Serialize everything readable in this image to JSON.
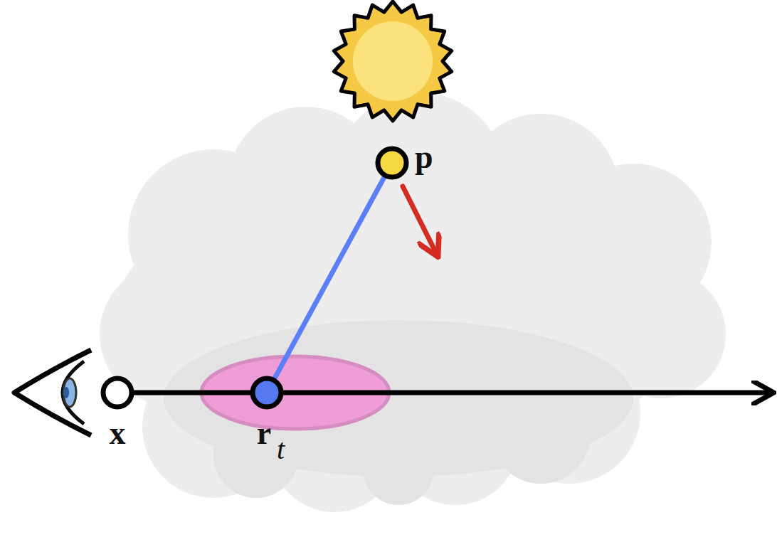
{
  "diagram": {
    "nodes": [
      {
        "text": [
          "x"
        ]
      },
      {
        "text": [
          "r",
          "t"
        ]
      },
      {
        "text": [
          "p"
        ]
      }
    ],
    "edges": [
      {
        "from": 1,
        "to": 2,
        "arrow": "none"
      }
    ]
  }
}
